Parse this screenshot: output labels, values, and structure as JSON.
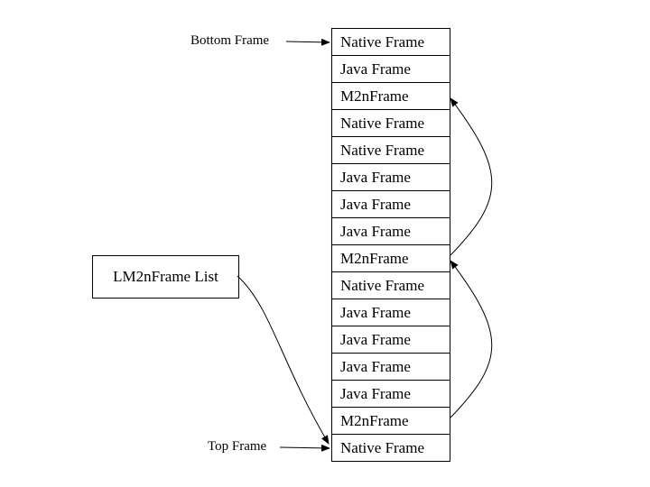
{
  "frames": [
    "Native Frame",
    "Java Frame",
    "M2nFrame",
    "Native Frame",
    "Native Frame",
    "Java Frame",
    "Java Frame",
    "Java Frame",
    "M2nFrame",
    "Native Frame",
    "Java Frame",
    "Java Frame",
    "Java Frame",
    "Java Frame",
    "M2nFrame",
    "Native Frame"
  ],
  "labels": {
    "bottom_frame": "Bottom Frame",
    "top_frame": "Top Frame",
    "list": "LM2nFrame List"
  }
}
